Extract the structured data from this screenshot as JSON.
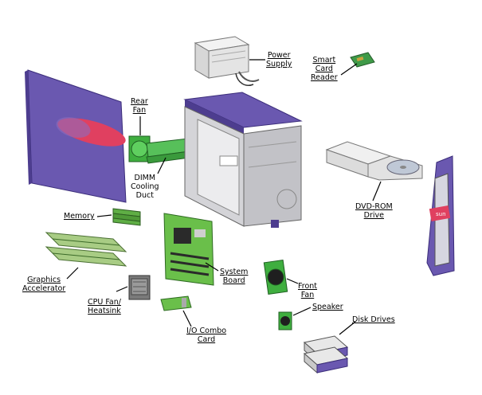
{
  "diagram": {
    "labels": {
      "power_supply": [
        "Power",
        "Supply"
      ],
      "smart_card_reader": [
        "Smart",
        "Card",
        "Reader"
      ],
      "rear_fan": [
        "Rear",
        "Fan"
      ],
      "dimm_cooling_duct": [
        "DIMM",
        "Cooling",
        "Duct"
      ],
      "dvd_rom_drive": [
        "DVD-ROM",
        "Drive"
      ],
      "memory": "Memory",
      "graphics_accelerator": [
        "Graphics",
        "Accelerator"
      ],
      "system_board": [
        "System",
        "Board"
      ],
      "front_fan": [
        "Front",
        "Fan"
      ],
      "cpu_fan_heatsink": [
        "CPU Fan/",
        "Heatsink"
      ],
      "speaker": "Speaker",
      "disk_drives": "Disk Drives",
      "io_combo_card": [
        "I/O Combo",
        "Card"
      ]
    },
    "bezel_logo": "sun",
    "colors": {
      "panel_purple": "#6a58b0",
      "oval_red": "#e04060",
      "board_green": "#6abf4a",
      "fan_green": "#3fae3f",
      "frame_gray": "#c9c9cc"
    }
  }
}
